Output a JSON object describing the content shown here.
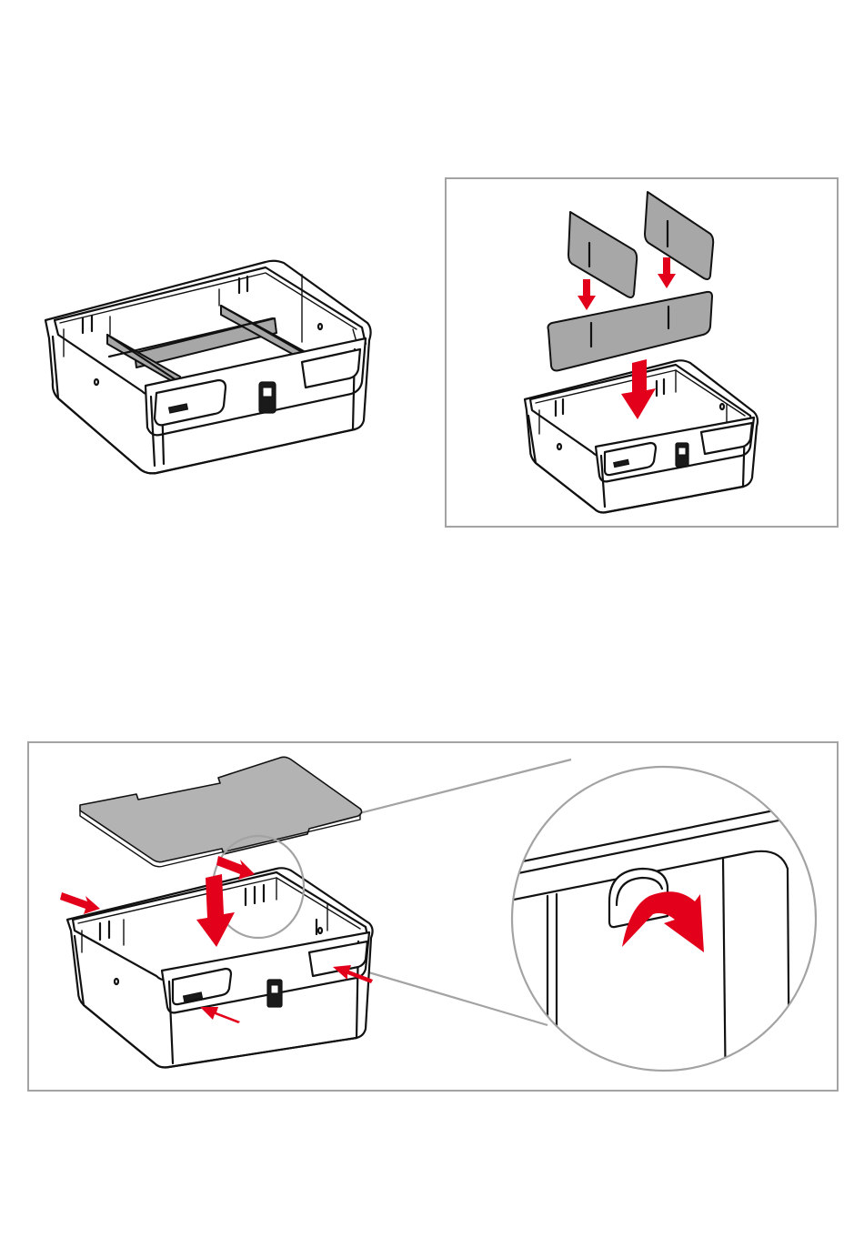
{
  "colors": {
    "arrow": "#e2001a",
    "divider_fill": "#a7a7a7",
    "frame": "#a3a3a3",
    "line": "#111111",
    "background": "#ffffff"
  },
  "figures": [
    {
      "id": "box-with-dividers",
      "framed": false
    },
    {
      "id": "insert-dividers",
      "framed": true
    },
    {
      "id": "insert-lid",
      "framed": true,
      "has_zoom_detail": true
    }
  ],
  "icons": [
    "arrow-down-icon",
    "arrow-push-icon",
    "curved-arrow-icon",
    "latch-icon"
  ]
}
